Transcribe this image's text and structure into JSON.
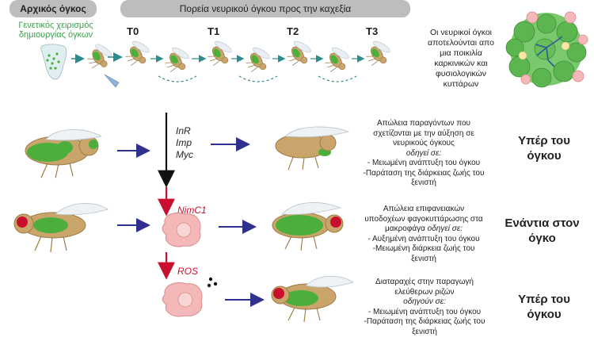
{
  "header": {
    "initial_tumor_title": "Αρχικός όγκος",
    "initial_tumor_subtitle": "Γενετικός χειρισμός δημιουργίας όγκων",
    "progression_title": "Πορεία νευρικού όγκου προς την καχεξία",
    "timepoints": [
      "T0",
      "T1",
      "T2",
      "T3"
    ],
    "composition_note": "Οι νευρικοί όγκοι αποτελούνται απο μια ποικιλία καρκινικών και φυσιολογικών κυττάρων"
  },
  "rows": [
    {
      "genes": [
        "InR",
        "Imp",
        "Myc"
      ],
      "description": [
        "Απώλεια παραγόντων που",
        "σχετίζονται με την αύξηση σε",
        "νευρικούς όγκους"
      ],
      "leads_to": "οδηγεί σε:",
      "effects": [
        "- Μειωμένη ανάπτυξη του όγκου",
        "-Παράταση της διάρκειας ζωής του",
        "ξενιστή"
      ],
      "verdict": [
        "Υπέρ του",
        "όγκου"
      ]
    },
    {
      "genes": [
        "NimC1"
      ],
      "description": [
        "Απώλεια επιφανειακών",
        "υποδοχέων φαγοκυττάρωσης στα",
        "μακροφάγα"
      ],
      "leads_to": "οδηγεί σε:",
      "effects": [
        "- Αυξημένη ανάπτυξη του όγκου",
        "-Μειωμένη διάρκεια ζωής του",
        "ξενιστή"
      ],
      "verdict": [
        "Ενάντια στον",
        "όγκο"
      ]
    },
    {
      "genes": [
        "ROS"
      ],
      "description": [
        "Διαταραχές στην παραγωγή",
        "ελεύθερων ριζών"
      ],
      "leads_to": "οδηγούν σε:",
      "effects": [
        "- Μειωμένη ανάπτυξη του όγκου",
        "-Παράταση της διάρκειας ζωής του",
        "ξενιστή"
      ],
      "verdict": [
        "Υπέρ του",
        "όγκου"
      ]
    }
  ],
  "colors": {
    "tumor_green": "#4caf3c",
    "fly_body": "#c9a56b",
    "arrow_blue": "#2f2f8f",
    "arrow_red": "#c8102e",
    "macrophage_pink": "#f4b8b8"
  }
}
